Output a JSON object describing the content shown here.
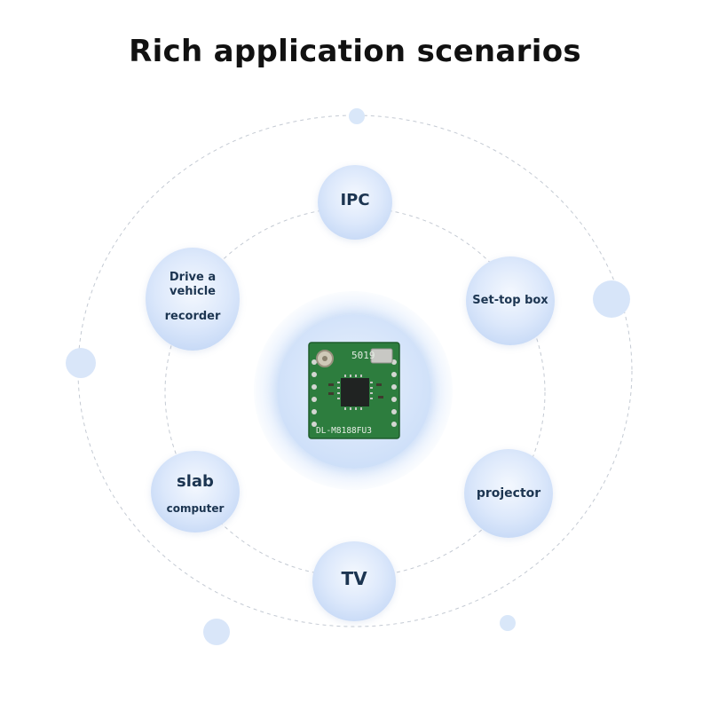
{
  "title": "Rich application scenarios",
  "colors": {
    "node_fill": "#c9dcf7",
    "node_text": "#1c3551",
    "orbit_line": "#c4cad3",
    "pcb_green": "#2d7d3e"
  },
  "center_module": {
    "board_label": "DL-M8188FU3",
    "chip_mark": "5019"
  },
  "nodes": {
    "ipc": {
      "line1": "IPC"
    },
    "set_top_box": {
      "line1": "Set-top box"
    },
    "drive_recorder": {
      "line1": "Drive a",
      "line2": "vehicle",
      "line3": "recorder"
    },
    "slab": {
      "line1": "slab",
      "line2": "computer"
    },
    "projector": {
      "line1": "projector"
    },
    "tv": {
      "line1": "TV"
    }
  }
}
